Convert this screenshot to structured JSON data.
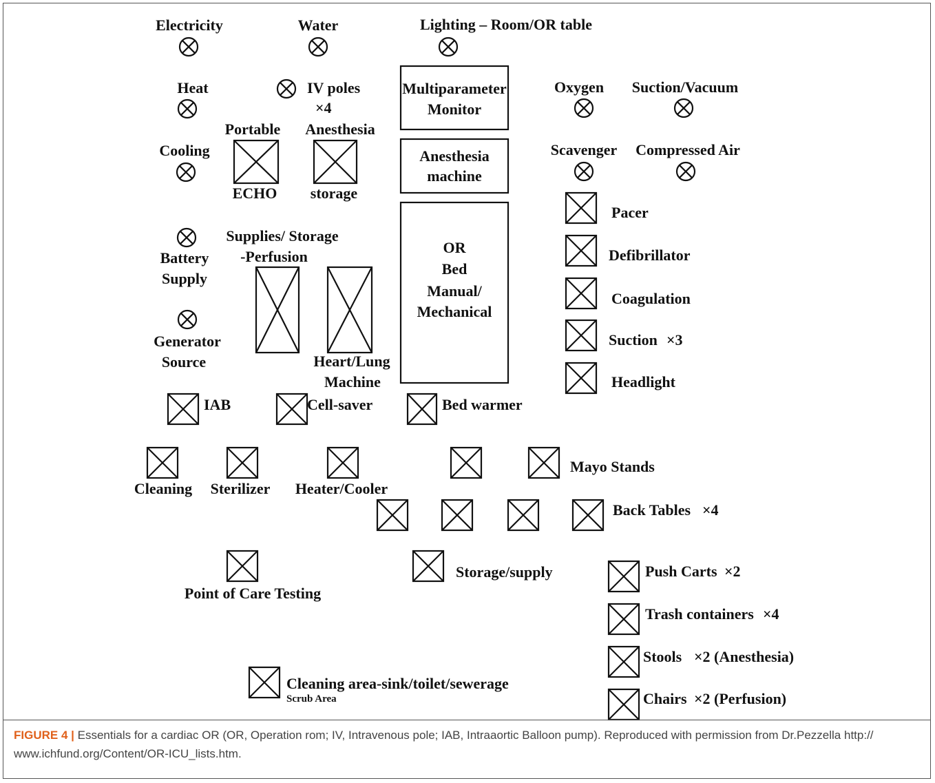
{
  "utilities": {
    "electricity": "Electricity",
    "water": "Water",
    "lighting": "Lighting – Room/OR table",
    "heat": "Heat",
    "iv_poles": "IV poles",
    "iv_poles_count": "×4",
    "cooling": "Cooling",
    "oxygen": "Oxygen",
    "suction_vacuum": "Suction/Vacuum",
    "scavenger": "Scavenger",
    "compressed_air": "Compressed Air",
    "battery_line1": "Battery",
    "battery_line2": "Supply",
    "generator_line1": "Generator",
    "generator_line2": "Source"
  },
  "equipment": {
    "portable_echo_top": "Portable",
    "portable_echo_bottom": "ECHO",
    "anesthesia_storage_top": "Anesthesia",
    "anesthesia_storage_bottom": "storage",
    "multiparameter_line1": "Multiparameter",
    "multiparameter_line2": "Monitor",
    "anesthesia_machine_line1": "Anesthesia",
    "anesthesia_machine_line2": "machine",
    "or_bed_line1": "OR",
    "or_bed_line2": "Bed",
    "or_bed_line3": "Manual/",
    "or_bed_line4": "Mechanical",
    "supplies_line1": "Supplies/ Storage",
    "supplies_line2": "-Perfusion",
    "heart_lung_line1": "Heart/Lung",
    "heart_lung_line2": "Machine",
    "pacer": "Pacer",
    "defibrillator": "Defibrillator",
    "coagulation": "Coagulation",
    "suction": "Suction",
    "suction_count": "×3",
    "headlight": "Headlight",
    "iab": "IAB",
    "cell_saver": "Cell-saver",
    "bed_warmer": "Bed warmer",
    "cleaning": "Cleaning",
    "sterilizer": "Sterilizer",
    "heater_cooler": "Heater/Cooler",
    "mayo_stands": "Mayo Stands",
    "back_tables": "Back Tables",
    "back_tables_count": "×4",
    "point_of_care": "Point of Care Testing",
    "storage_supply": "Storage/supply",
    "push_carts": "Push Carts",
    "push_carts_count": "×2",
    "trash": "Trash containers",
    "trash_count": "×4",
    "stools": "Stools",
    "stools_count": "×2 (Anesthesia)",
    "chairs": "Chairs",
    "chairs_count": "×2 (Perfusion)",
    "cleaning_area": "Cleaning area-sink/toilet/sewerage",
    "scrub_area": "Scrub Area"
  },
  "caption": {
    "label": "FIGURE 4 |",
    "text": "Essentials for a cardiac OR (OR, Operation rom; IV, Intravenous pole; IAB, Intraaortic Balloon pump). Reproduced with permission from Dr.Pezzella http:// www.ichfund.org/Content/OR-ICU_lists.htm."
  }
}
